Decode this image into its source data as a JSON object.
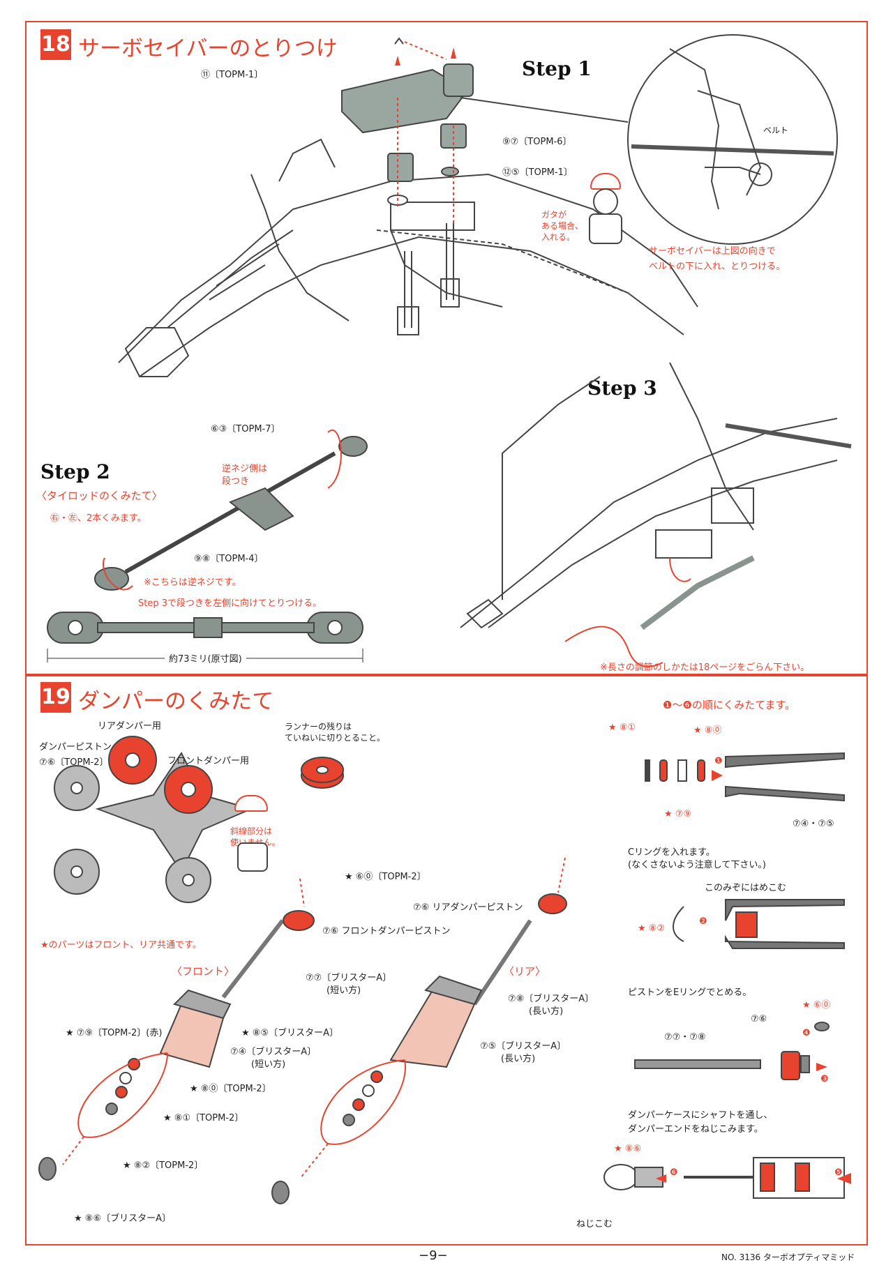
{
  "sec18": {
    "number": "18",
    "title": "サーボセイバーのとりつけ",
    "step1": {
      "label": "Step 1",
      "part11": "⑪〔TOPM-1〕",
      "part97": "⑨⑦〔TOPM-6〕",
      "part125": "⑫⑤〔TOPM-1〕",
      "gata": [
        "ガタが",
        "ある場合、",
        "入れる。"
      ],
      "belt": "ベルト",
      "note": [
        "サーボセイバーは上図の向きで",
        "ベルトの下に入れ、とりつける。"
      ]
    },
    "step2": {
      "label": "Step 2",
      "subtitle": "〈タイロッドのくみたて〉",
      "count": "㊨・㊧、2本くみます。",
      "part63": "⑥③〔TOPM-7〕",
      "reverse_thread": [
        "逆ネジ側は",
        "段つき"
      ],
      "part98": "⑨⑧〔TOPM-4〕",
      "note_reverse": "※こちらは逆ネジです。",
      "note_step3": "Step 3で段つきを左側に向けてとりつける。",
      "dimension": "約73ミリ(原寸図)"
    },
    "step3": {
      "label": "Step 3",
      "note": "※長さの調節のしかたは18ページをごらん下さい。"
    }
  },
  "sec19": {
    "number": "19",
    "title": "ダンパーのくみたて",
    "order_note": "❶〜❻の順にくみたてます。",
    "rear_piston": "リアダンパー用",
    "piston_label": "ダンパーピストン",
    "part76_tree": "⑦⑥〔TOPM-2〕",
    "front_piston": "フロントダンパー用",
    "runner_note": [
      "ランナーの残りは",
      "ていねいに切りとること。"
    ],
    "hatched_note": [
      "斜線部分は",
      "使いません。"
    ],
    "common_note": "★のパーツはフロント、リア共通です。",
    "front_label": "〈フロント〉",
    "rear_label": "〈リア〉",
    "p60": "★ ⑥⓪〔TOPM-2〕",
    "p76_front": "⑦⑥ フロントダンパーピストン",
    "p76_rear": "⑦⑥ リアダンパーピストン",
    "p77": [
      "⑦⑦〔ブリスターA〕",
      "(短い方)"
    ],
    "p78": [
      "⑦⑧〔ブリスターA〕",
      "(長い方)"
    ],
    "p85": "★ ⑧⑤〔ブリスターA〕",
    "p79": "★ ⑦⑨〔TOPM-2〕(赤)",
    "p74": [
      "⑦④〔ブリスターA〕",
      "(短い方)"
    ],
    "p75": [
      "⑦⑤〔ブリスターA〕",
      "(長い方)"
    ],
    "p80": "★ ⑧⓪〔TOPM-2〕",
    "p81": "★ ⑧①〔TOPM-2〕",
    "p82": "★ ⑧②〔TOPM-2〕",
    "p86": "★ ⑧⑥〔ブリスターA〕",
    "r81": "★ ⑧①",
    "r80": "★ ⑧⓪",
    "r79": "★ ⑦⑨",
    "r7475": "⑦④・⑦⑤",
    "cring": [
      "Cリングを入れます。",
      "(なくさないよう注意して下さい。)"
    ],
    "groove": "このみぞにはめこむ",
    "r82": "★ ⑧②",
    "ering": "ピストンをEリングでとめる。",
    "r7778": "⑦⑦・⑦⑧",
    "r76": "⑦⑥",
    "r60": "★ ⑥⓪",
    "case_note": [
      "ダンパーケースにシャフトを通し、",
      "ダンパーエンドをねじこみます。"
    ],
    "r86": "★ ⑧⑥",
    "screw": "ねじこむ",
    "nums": [
      "❶",
      "❷",
      "❸",
      "❹",
      "❺",
      "❻"
    ]
  },
  "footer": {
    "page": "−9−",
    "model": "NO. 3136  ターボオプティマミッド"
  }
}
